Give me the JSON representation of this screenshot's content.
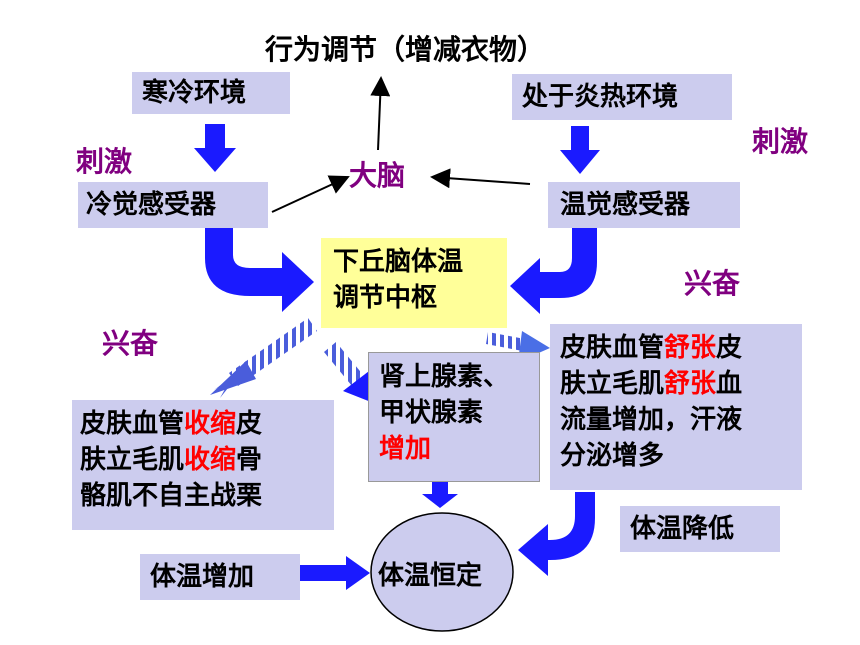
{
  "title": "行为调节（增减衣物）",
  "cold_env": "寒冷环境",
  "hot_env": "处于炎热环境",
  "stimulus_left": "刺激",
  "stimulus_right": "刺激",
  "brain": "大脑",
  "cold_receptor": "冷觉感受器",
  "warm_receptor": "温觉感受器",
  "hypothalamus": {
    "line1": "下丘脑体温",
    "line2": "调节中枢"
  },
  "excite_left": "兴奋",
  "excite_right": "兴奋",
  "cold_response": {
    "l1a": "皮肤血管",
    "l1b": "收缩",
    "l1c": "皮",
    "l2a": "肤立毛肌",
    "l2b": "收缩",
    "l2c": "骨",
    "l3": "骼肌不自主战栗"
  },
  "hormones": {
    "line1": "肾上腺素、",
    "line2": "甲状腺素",
    "line3": "增加"
  },
  "hot_response": {
    "l1a": "皮肤血管",
    "l1b": "舒张",
    "l1c": "皮",
    "l2a": "肤立毛肌",
    "l2b": "舒张",
    "l2c": "血",
    "l3": "流量增加，汗液",
    "l4": "分泌增多"
  },
  "temp_decrease": "体温降低",
  "temp_increase": "体温增加",
  "temp_constant": "体温恒定",
  "colors": {
    "box": "#ccccee",
    "yellow": "#ffff99",
    "arrow": "#1a1aff",
    "label": "#800080",
    "highlight": "#ff0000"
  }
}
